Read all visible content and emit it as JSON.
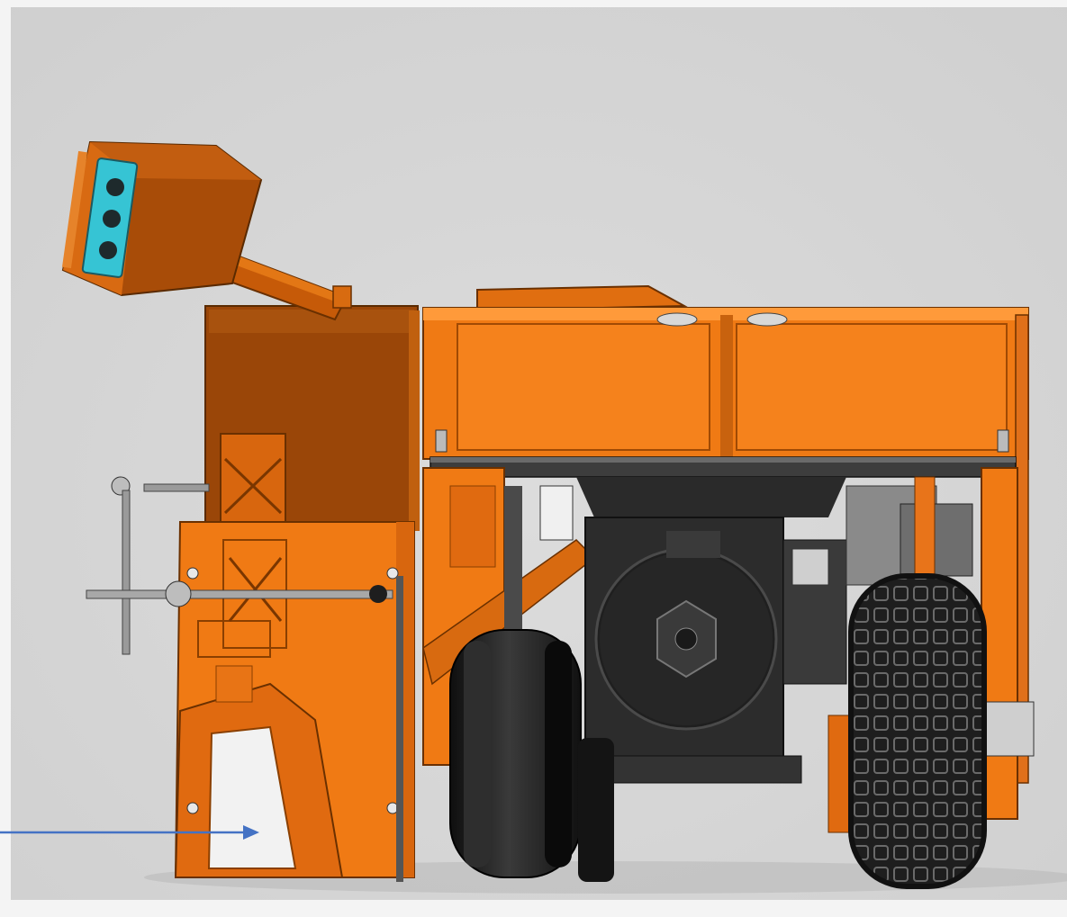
{
  "scene": {
    "subject": "machine-render",
    "view": "side"
  },
  "colors": {
    "background": "#d6d6d6",
    "background_edge": "#ececec",
    "body_orange": "#f07a14",
    "body_light": "#ff9a3a",
    "body_shadow": "#b44e05",
    "hopper_brown": "#9a4608",
    "outline": "#5a2a00",
    "tire": "#1c1c1c",
    "tire_tread": "#2e2e2e",
    "frame_dark": "#3a3a3a",
    "steel": "#9a9a9a",
    "lamp_cyan": "#36c4d4",
    "opening_white": "#f2f2f2",
    "arrow_blue": "#4472c4"
  },
  "annotation": {
    "type": "arrow",
    "target": "discharge-opening"
  }
}
